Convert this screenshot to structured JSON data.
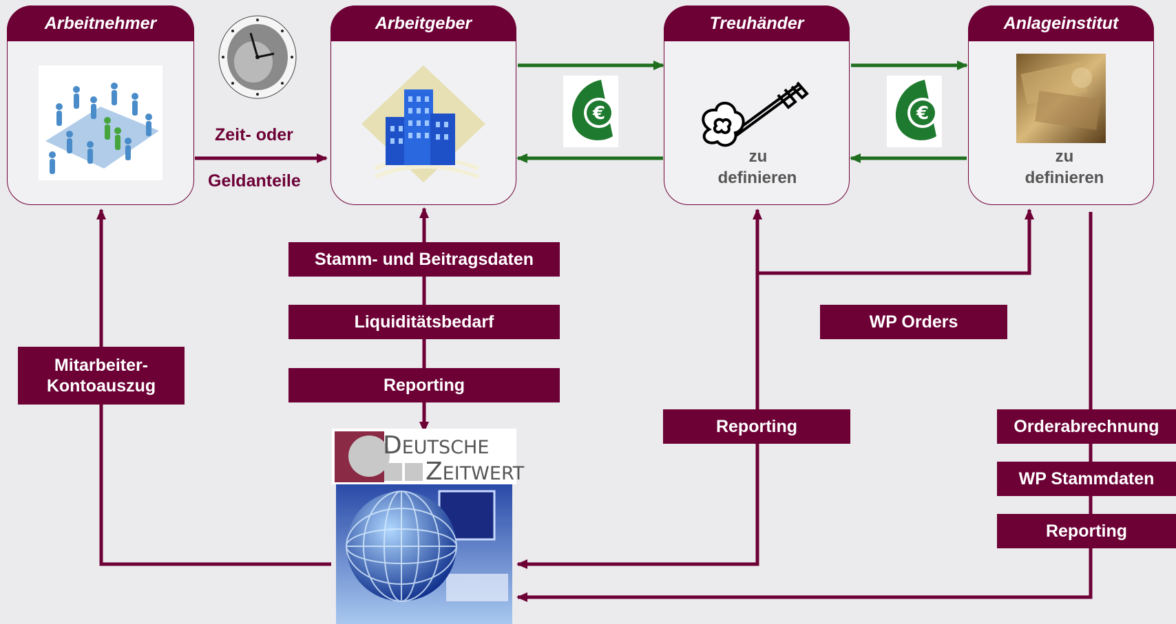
{
  "boxes": {
    "employee": "Arbeitnehmer",
    "employer": "Arbeitgeber",
    "trustee": "Treuhänder",
    "investment": "Anlageinstitut"
  },
  "flows": {
    "time_line1": "Zeit- oder",
    "time_line2": "Geldanteile"
  },
  "trustee_sub": {
    "line1": "zu",
    "line2": "definieren"
  },
  "investment_sub": {
    "line1": "zu",
    "line2": "definieren"
  },
  "labels": {
    "master_data": "Stamm- und Beitragsdaten",
    "liquidity": "Liquiditätsbedarf",
    "reporting_employer": "Reporting",
    "statement_line1": "Mitarbeiter-",
    "statement_line2": "Kontoauszug",
    "wp_orders": "WP Orders",
    "reporting_trustee": "Reporting",
    "order_settlement": "Orderabrechnung",
    "wp_master": "WP Stammdaten",
    "reporting_investment": "Reporting"
  },
  "logo": {
    "line1_cap": "D",
    "line1_rest": "EUTSCHE",
    "line2_cap": "Z",
    "line2_rest": "EITWERT"
  },
  "colors": {
    "brand": "#6d0035",
    "money_flow": "#1e6e1e",
    "background": "#ebebee"
  }
}
